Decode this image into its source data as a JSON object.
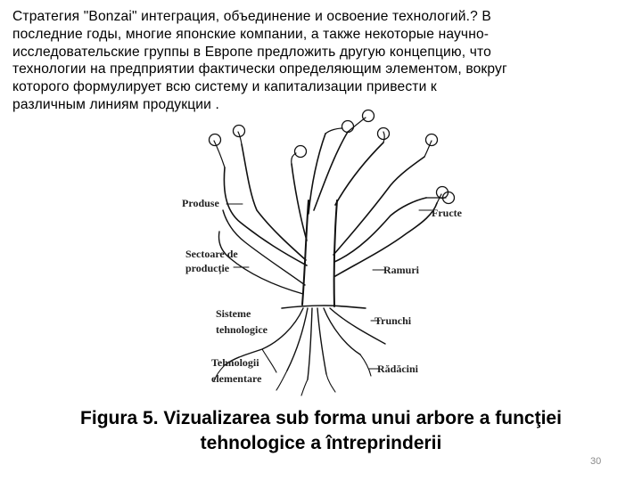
{
  "intro_text": "Стратегия \"Bonzai\" интеграция, объединение и освоение технологий.? В\nпоследние годы, многие японские компании, а также некоторые научно-\nисследовательские группы в Европе предложить другую концепцию, что\nтехнологии на предприятии фактически определяющим элементом, вокруг\nкоторого формулирует всю систему и капитализации привести к\nразличным линиям продукции .",
  "diagram": {
    "labels": {
      "produse": "Produse",
      "fructe": "Fructe",
      "sectoare_line1": "Sectoare de",
      "sectoare_line2": "producție",
      "ramuri": "Ramuri",
      "sisteme_line1": "Sisteme",
      "sisteme_line2": "tehnologice",
      "trunchi": "Trunchi",
      "tehnologii_line1": "Tehnologii",
      "tehnologii_line2": "elementare",
      "radacini": "Rădăcini"
    }
  },
  "caption": {
    "line1": "Figura 5. Vizualizarea sub forma unui arbore a funcţiei",
    "line2": "tehnologice a întreprinderii"
  },
  "slide_number": "30"
}
